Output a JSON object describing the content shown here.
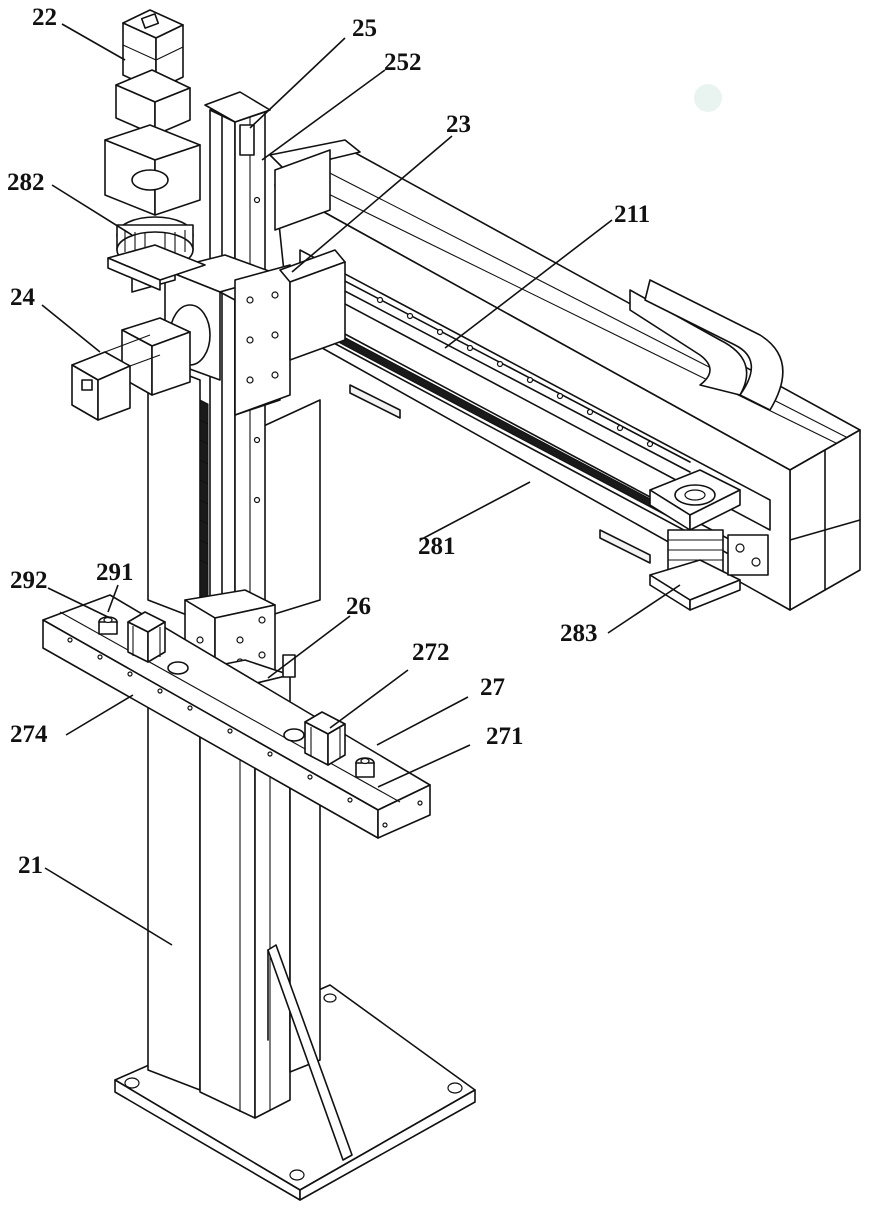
{
  "figure": {
    "labels": [
      {
        "id": "label-22",
        "text": "22"
      },
      {
        "id": "label-25",
        "text": "25"
      },
      {
        "id": "label-252",
        "text": "252"
      },
      {
        "id": "label-23",
        "text": "23"
      },
      {
        "id": "label-282",
        "text": "282"
      },
      {
        "id": "label-211",
        "text": "211"
      },
      {
        "id": "label-24",
        "text": "24"
      },
      {
        "id": "label-281",
        "text": "281"
      },
      {
        "id": "label-292",
        "text": "292"
      },
      {
        "id": "label-291",
        "text": "291"
      },
      {
        "id": "label-26",
        "text": "26"
      },
      {
        "id": "label-283",
        "text": "283"
      },
      {
        "id": "label-272",
        "text": "272"
      },
      {
        "id": "label-27",
        "text": "27"
      },
      {
        "id": "label-274",
        "text": "274"
      },
      {
        "id": "label-271",
        "text": "271"
      },
      {
        "id": "label-21",
        "text": "21"
      }
    ]
  }
}
